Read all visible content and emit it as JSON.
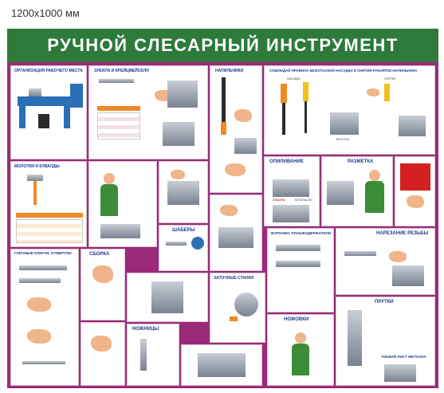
{
  "size_label": "1200x1000 мм",
  "title": "РУЧНОЙ СЛЕСАРНЫЙ ИНСТРУМЕНТ",
  "sections": {
    "workplace": "ОРГАНИЗАЦИЯ РАБОЧЕГО МЕСТА",
    "hammers": "МОЛОТКИ И КУВАЛДЫ",
    "chisels": "ЗУБИЛА И КРЕЙЦМЕЙСЕЛИ",
    "files": "НАПИЛЬНИКИ",
    "handles": "СОБЛЮДАЙ ПРАВИЛА БЕЗОПАСНОЙ НАСАДКИ И СНЯТИЯ РУКОЯТКИ НАПИЛЬНИКА",
    "filing": "ОПИЛИВАНИЕ",
    "marking": "РАЗМЕТКА",
    "scrapers": "ШАБЕРЫ",
    "wrenches": "ГАЕЧНЫЕ КЛЮЧИ, ОТВЕРТКИ",
    "assembly": "СБОРКА",
    "grinders": "ЗАТОЧНЫЕ СТАНКИ",
    "funnels": "ВОРОНКИ, ПЛАШКОДЕРЖАТЕЛИ",
    "threading": "НАРЕЗАНИЕ РЕЗЬБЫ",
    "shears": "НОЖНИЦЫ",
    "hacksaws": "НОЖОВКИ",
    "presses": "ПРУТКИ",
    "sheet": "ТОНКИЙ ЛИСТ МЕТАЛЛА"
  },
  "labels": {
    "handle_left": "НАСАДКА",
    "handle_right": "СНЯТИЕ",
    "vise": "ВЕРСТАК",
    "unsafe": "ОПАСНО",
    "safe": "БЕЗОПАСНО"
  }
}
